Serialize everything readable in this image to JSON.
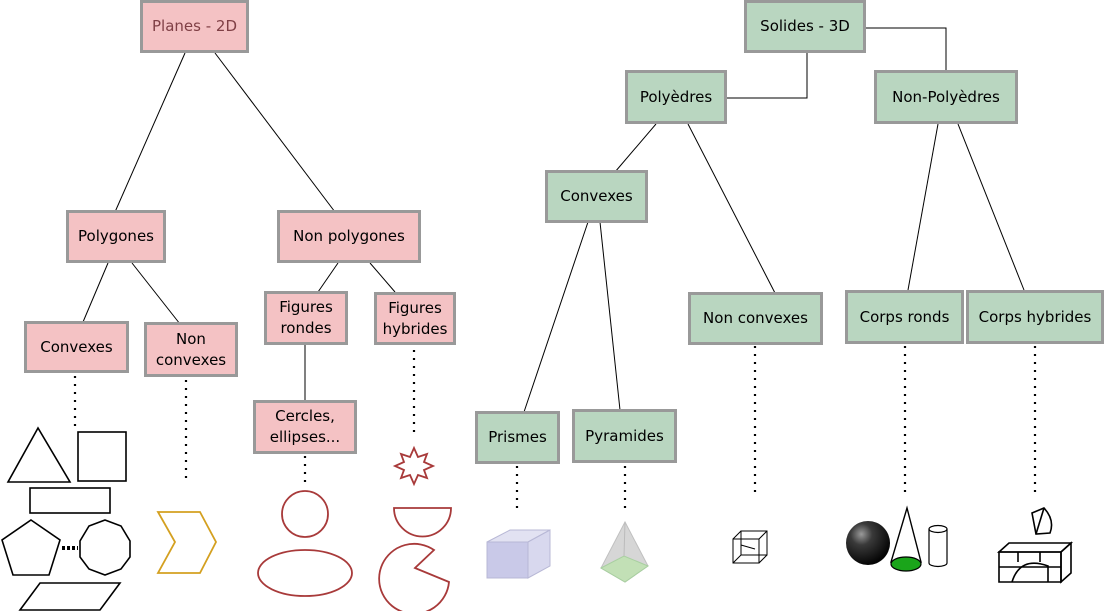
{
  "left_tree": {
    "root": "Planes - 2D",
    "polygons": "Polygones",
    "non_polygons": "Non polygones",
    "convex": "Convexes",
    "non_convex": "Non\nconvexes",
    "round_figures": "Figures\nrondes",
    "hybrid_figures": "Figures\nhybrides",
    "circles_ellipses": "Cercles,\nellipses..."
  },
  "right_tree": {
    "root": "Solides - 3D",
    "polyhedra": "Polyèdres",
    "non_polyhedra": "Non-Polyèdres",
    "convex": "Convexes",
    "non_convex": "Non convexes",
    "prisms": "Prismes",
    "pyramids": "Pyramides",
    "round_bodies": "Corps ronds",
    "hybrid_bodies": "Corps hybrides"
  },
  "colors": {
    "pink_box": "#f4c2c4",
    "green_box": "#b9d6c0",
    "box_border": "#999999",
    "outline_red": "#a83a3a",
    "outline_orange": "#d4a020",
    "cone_base": "#1aa51a"
  }
}
